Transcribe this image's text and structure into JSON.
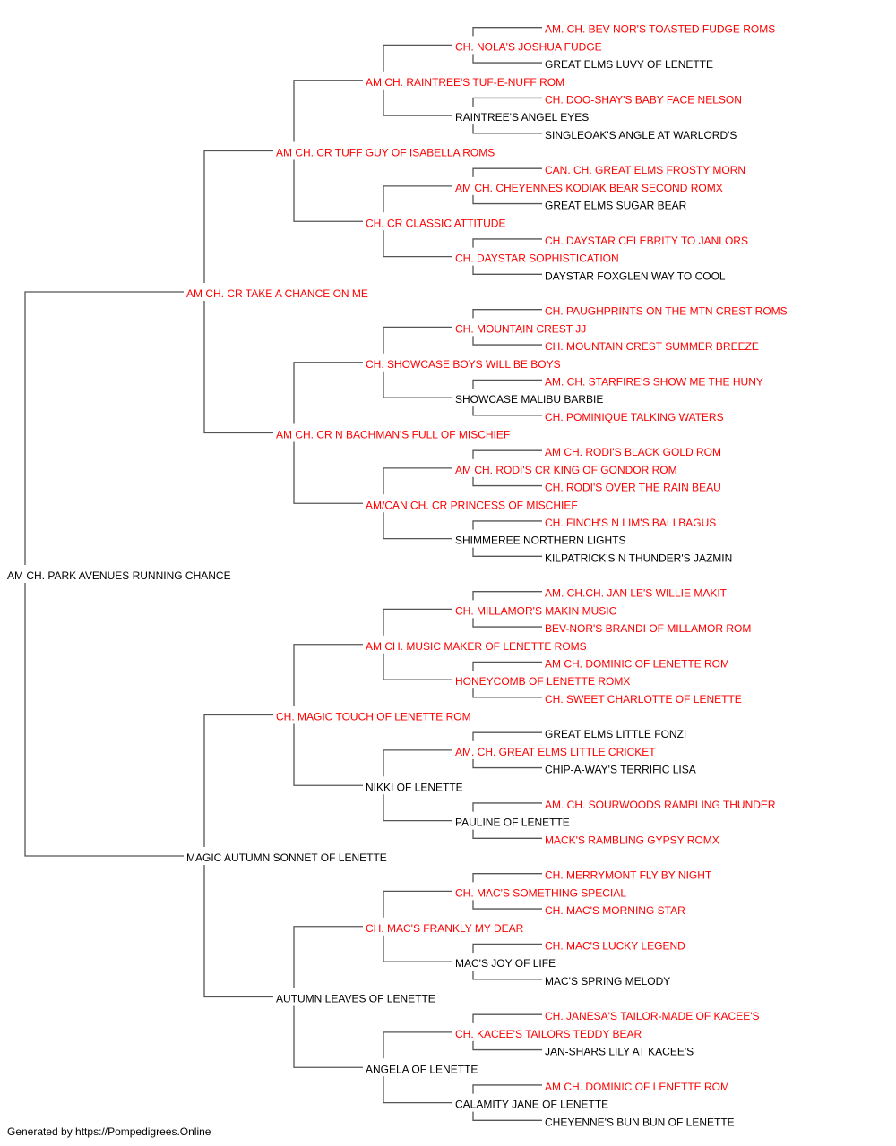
{
  "colors": {
    "champion": "#ff0000",
    "regular": "#000000",
    "line": "#555555"
  },
  "pedigree": {
    "name": "AM CH. PARK AVENUES RUNNING CHANCE",
    "champion": false,
    "sire": {
      "name": "AM CH. CR TAKE A CHANCE ON ME",
      "champion": true,
      "sire": {
        "name": "AM CH. CR TUFF GUY OF ISABELLA ROMS",
        "champion": true,
        "sire": {
          "name": "AM CH. RAINTREE'S TUF-E-NUFF ROM",
          "champion": true,
          "sire": {
            "name": "CH. NOLA'S JOSHUA FUDGE",
            "champion": true,
            "sire": {
              "name": "AM. CH. BEV-NOR'S TOASTED FUDGE ROMS",
              "champion": true
            },
            "dam": {
              "name": "GREAT ELMS LUVY OF LENETTE",
              "champion": false
            }
          },
          "dam": {
            "name": "RAINTREE'S ANGEL EYES",
            "champion": false,
            "sire": {
              "name": "CH. DOO-SHAY'S BABY FACE NELSON",
              "champion": true
            },
            "dam": {
              "name": "SINGLEOAK'S ANGLE AT WARLORD'S",
              "champion": false
            }
          }
        },
        "dam": {
          "name": "CH. CR CLASSIC ATTITUDE",
          "champion": true,
          "sire": {
            "name": "AM CH. CHEYENNES KODIAK BEAR SECOND ROMX",
            "champion": true,
            "sire": {
              "name": "CAN. CH. GREAT ELMS FROSTY MORN",
              "champion": true
            },
            "dam": {
              "name": "GREAT ELMS SUGAR BEAR",
              "champion": false
            }
          },
          "dam": {
            "name": "CH. DAYSTAR SOPHISTICATION",
            "champion": true,
            "sire": {
              "name": "CH. DAYSTAR CELEBRITY TO JANLORS",
              "champion": true
            },
            "dam": {
              "name": "DAYSTAR FOXGLEN WAY TO COOL",
              "champion": false
            }
          }
        }
      },
      "dam": {
        "name": "AM CH. CR N BACHMAN'S FULL OF MISCHIEF",
        "champion": true,
        "sire": {
          "name": "CH. SHOWCASE BOYS WILL BE BOYS",
          "champion": true,
          "sire": {
            "name": "CH. MOUNTAIN CREST JJ",
            "champion": true,
            "sire": {
              "name": "CH. PAUGHPRINTS ON THE MTN CREST ROMS",
              "champion": true
            },
            "dam": {
              "name": "CH. MOUNTAIN CREST SUMMER BREEZE",
              "champion": true
            }
          },
          "dam": {
            "name": "SHOWCASE MALIBU BARBIE",
            "champion": false,
            "sire": {
              "name": "AM. CH. STARFIRE'S SHOW ME THE HUNY",
              "champion": true
            },
            "dam": {
              "name": "CH. POMINIQUE TALKING WATERS",
              "champion": true
            }
          }
        },
        "dam": {
          "name": "AM/CAN CH. CR PRINCESS OF MISCHIEF",
          "champion": true,
          "sire": {
            "name": "AM CH. RODI'S CR KING OF GONDOR ROM",
            "champion": true,
            "sire": {
              "name": "AM CH. RODI'S BLACK GOLD ROM",
              "champion": true
            },
            "dam": {
              "name": "CH. RODI'S OVER THE RAIN BEAU",
              "champion": true
            }
          },
          "dam": {
            "name": "SHIMMEREE NORTHERN LIGHTS",
            "champion": false,
            "sire": {
              "name": "CH. FINCH'S N LIM'S BALI BAGUS",
              "champion": true
            },
            "dam": {
              "name": "KILPATRICK'S N THUNDER'S JAZMIN",
              "champion": false
            }
          }
        }
      }
    },
    "dam": {
      "name": "MAGIC AUTUMN SONNET OF LENETTE",
      "champion": false,
      "sire": {
        "name": "CH. MAGIC TOUCH OF LENETTE ROM",
        "champion": true,
        "sire": {
          "name": "AM CH. MUSIC MAKER OF LENETTE ROMS",
          "champion": true,
          "sire": {
            "name": "CH. MILLAMOR'S MAKIN MUSIC",
            "champion": true,
            "sire": {
              "name": "AM. CH.CH. JAN LE'S WILLIE MAKIT",
              "champion": true
            },
            "dam": {
              "name": "BEV-NOR'S BRANDI OF MILLAMOR ROM",
              "champion": true
            }
          },
          "dam": {
            "name": "HONEYCOMB OF LENETTE ROMX",
            "champion": true,
            "sire": {
              "name": "AM CH. DOMINIC OF LENETTE ROM",
              "champion": true
            },
            "dam": {
              "name": "CH. SWEET CHARLOTTE OF LENETTE",
              "champion": true
            }
          }
        },
        "dam": {
          "name": "NIKKI OF LENETTE",
          "champion": false,
          "sire": {
            "name": "AM. CH. GREAT ELMS LITTLE CRICKET",
            "champion": true,
            "sire": {
              "name": "GREAT ELMS LITTLE FONZI",
              "champion": false
            },
            "dam": {
              "name": "CHIP-A-WAY'S TERRIFIC LISA",
              "champion": false
            }
          },
          "dam": {
            "name": "PAULINE OF LENETTE",
            "champion": false,
            "sire": {
              "name": "AM. CH. SOURWOODS RAMBLING THUNDER",
              "champion": true
            },
            "dam": {
              "name": "MACK'S RAMBLING GYPSY ROMX",
              "champion": true
            }
          }
        }
      },
      "dam": {
        "name": "AUTUMN LEAVES OF LENETTE",
        "champion": false,
        "sire": {
          "name": "CH. MAC'S FRANKLY MY DEAR",
          "champion": true,
          "sire": {
            "name": "CH. MAC'S SOMETHING SPECIAL",
            "champion": true,
            "sire": {
              "name": "CH. MERRYMONT FLY BY NIGHT",
              "champion": true
            },
            "dam": {
              "name": "CH. MAC'S MORNING STAR",
              "champion": true
            }
          },
          "dam": {
            "name": "MAC'S JOY OF LIFE",
            "champion": false,
            "sire": {
              "name": "CH. MAC'S LUCKY LEGEND",
              "champion": true
            },
            "dam": {
              "name": "MAC'S SPRING MELODY",
              "champion": false
            }
          }
        },
        "dam": {
          "name": "ANGELA OF LENETTE",
          "champion": false,
          "sire": {
            "name": "CH. KACEE'S TAILORS TEDDY BEAR",
            "champion": true,
            "sire": {
              "name": "CH. JANESA'S TAILOR-MADE OF KACEE'S",
              "champion": true
            },
            "dam": {
              "name": "JAN-SHARS LILY AT KACEE'S",
              "champion": false
            }
          },
          "dam": {
            "name": "CALAMITY JANE OF LENETTE",
            "champion": false,
            "sire": {
              "name": "AM CH. DOMINIC OF LENETTE ROM",
              "champion": true
            },
            "dam": {
              "name": "CHEYENNE'S BUN BUN OF LENETTE",
              "champion": false
            }
          }
        }
      }
    }
  },
  "footer": {
    "text": "Generated by https://Pompedigrees.Online"
  }
}
